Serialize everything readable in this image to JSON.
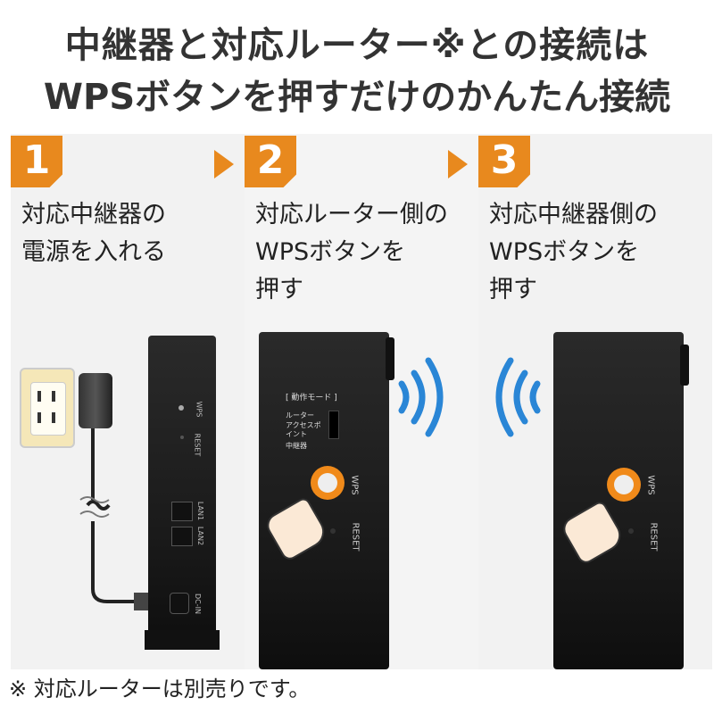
{
  "heading": {
    "line1": "中継器と対応ルーター※との接続は",
    "line2": "WPSボタンを押すだけのかんたん接続"
  },
  "steps": [
    {
      "number": "1",
      "text_line1": "対応中継器の",
      "text_line2": "電源を入れる",
      "text_line3": ""
    },
    {
      "number": "2",
      "text_line1": "対応ルーター側の",
      "text_line2": "WPSボタンを",
      "text_line3": "押す"
    },
    {
      "number": "3",
      "text_line1": "対応中継器側の",
      "text_line2": "WPSボタンを",
      "text_line3": "押す"
    }
  ],
  "device_labels": {
    "wps": "WPS",
    "reset": "RESET",
    "lan1": "LAN1",
    "lan2": "LAN2",
    "dcin": "DC-IN",
    "mode_title": "[ 動作モード ]",
    "mode_router": "ルーター",
    "mode_ap": "アクセスポイント",
    "mode_repeater": "中継器"
  },
  "footnote": "※ 対応ルーターは別売りです。",
  "colors": {
    "accent": "#e8891e",
    "wave": "#2a86d6"
  }
}
